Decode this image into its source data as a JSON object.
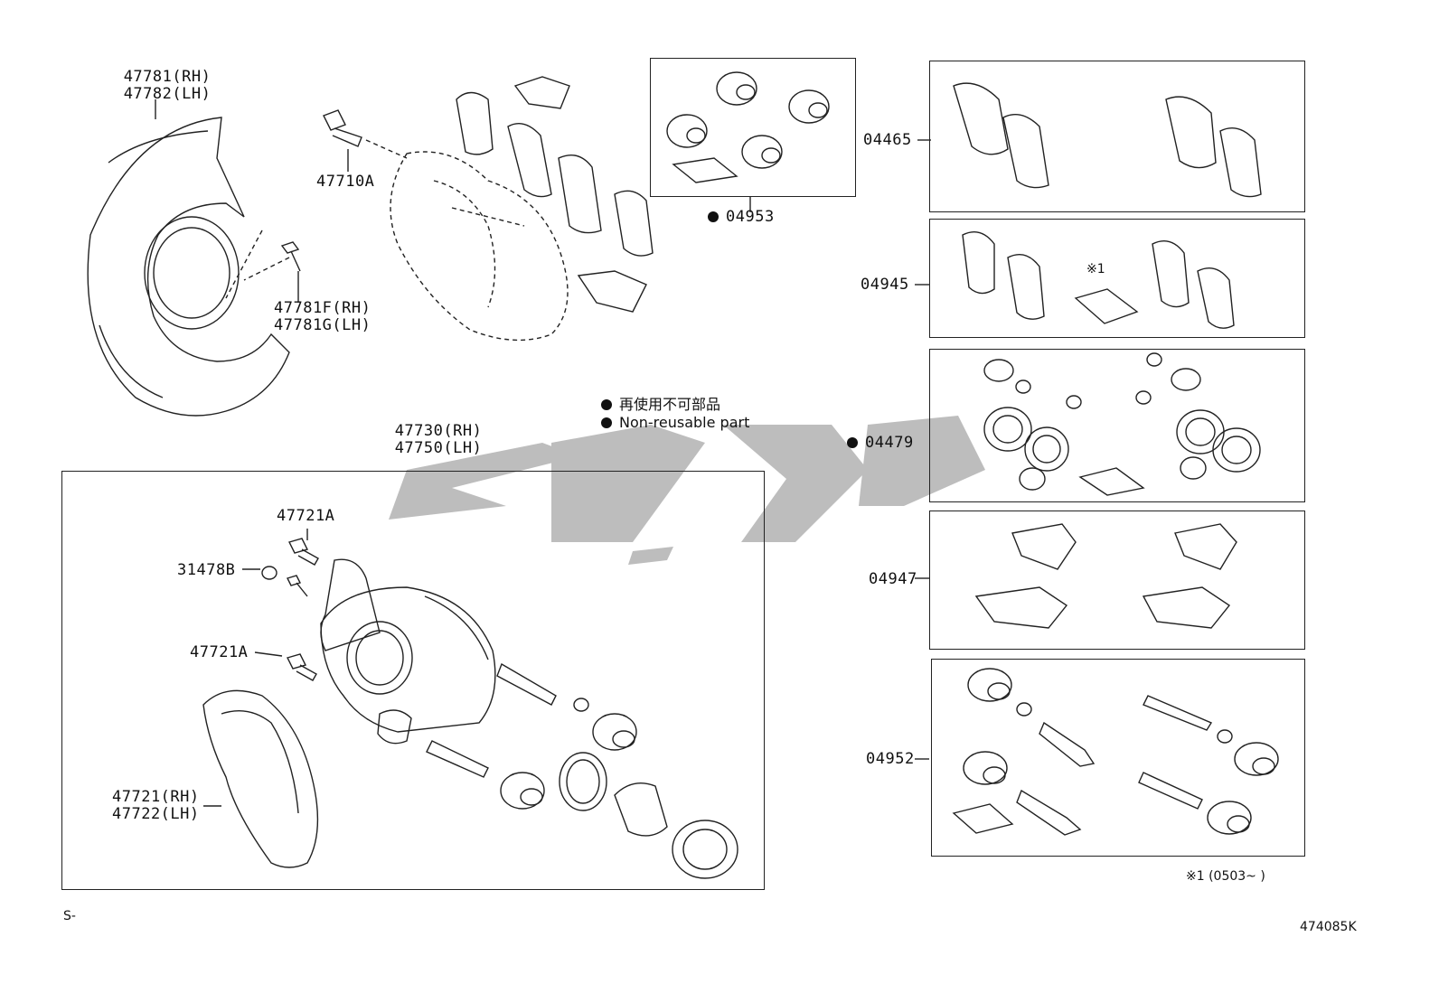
{
  "labels": {
    "shield_rh": "47781(RH)",
    "shield_lh": "47782(LH)",
    "bolt_47710": "47710A",
    "shield_bolt_rh": "47781F(RH)",
    "shield_bolt_lh": "47781G(LH)",
    "kit_04953": "04953",
    "kit_04465": "04465",
    "kit_04945": "04945",
    "kit_04479": "04479",
    "kit_04947": "04947",
    "kit_04952": "04952",
    "caliper_rh": "47730(RH)",
    "caliper_lh": "47750(LH)",
    "bolt_47721_top": "47721A",
    "bleeder_31478": "31478B",
    "bolt_47721_mid": "47721A",
    "mount_rh": "47721(RH)",
    "mount_lh": "47722(LH)",
    "mark_1": "※1"
  },
  "legend": {
    "japanese": "再使用不可部品",
    "english": "Non-reusable part"
  },
  "footnote": "※1 (0503~      )",
  "corner_left": "S-",
  "corner_right": "474085K",
  "watermark_color": "#bdbdbd"
}
